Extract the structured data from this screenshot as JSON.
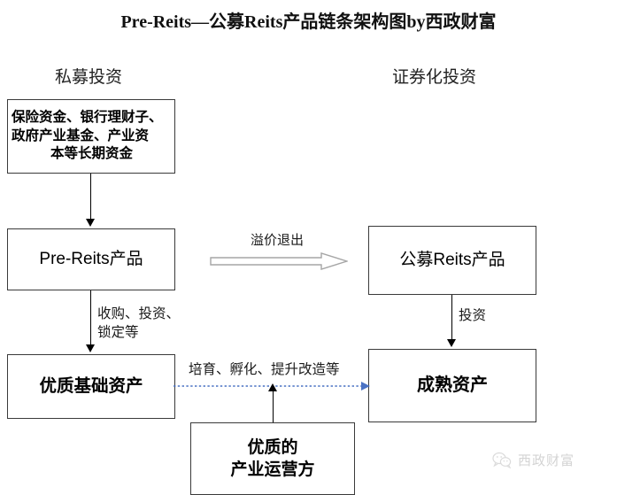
{
  "title": "Pre-Reits—公募Reits产品链条架构图by西政财富",
  "columns": {
    "left_header": "私募投资",
    "right_header": "证券化投资"
  },
  "boxes": {
    "capital": {
      "line1": "保险资金、银行理财子、",
      "line2": "政府产业基金、产业资",
      "line3": "本等长期资金"
    },
    "pre_reits": "Pre-Reits产品",
    "quality_asset": "优质基础资产",
    "public_reits": "公募Reits产品",
    "mature_asset": "成熟资产",
    "operator": {
      "line1": "优质的",
      "line2": "产业运营方"
    }
  },
  "edges": {
    "acquire": {
      "line1": "收购、投资、",
      "line2": "锁定等"
    },
    "invest": "投资",
    "premium_exit": "溢价退出",
    "cultivate": "培育、孵化、提升改造等"
  },
  "watermark": {
    "text": "西政财富",
    "icon": "wechat-icon"
  },
  "colors": {
    "box_border": "#3a3a3a",
    "arrow_black": "#000000",
    "dotted_arrow_blue": "#4a72c4",
    "block_arrow_outline": "#a6a6a6",
    "text": "#000000",
    "background": "#ffffff"
  }
}
